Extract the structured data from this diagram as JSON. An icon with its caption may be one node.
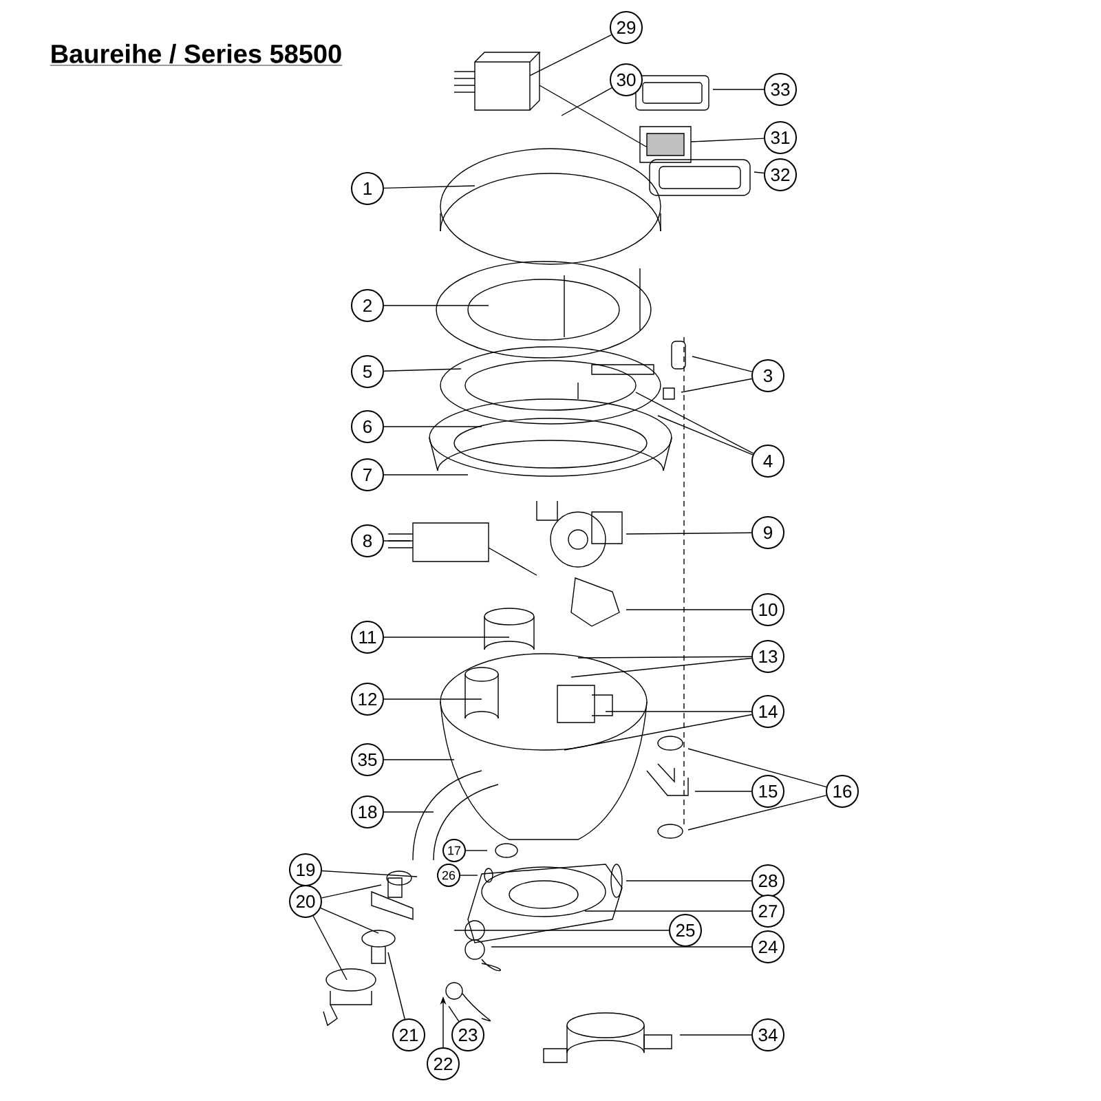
{
  "diagram": {
    "title": "Baureihe / Series 58500",
    "nodes": [
      {
        "text": [
          "29"
        ]
      },
      {
        "text": [
          "30"
        ]
      },
      {
        "text": [
          "33"
        ]
      },
      {
        "text": [
          "31"
        ]
      },
      {
        "text": [
          "32"
        ]
      },
      {
        "text": [
          "1"
        ]
      },
      {
        "text": [
          "2"
        ]
      },
      {
        "text": [
          "5"
        ]
      },
      {
        "text": [
          "3"
        ]
      },
      {
        "text": [
          "6"
        ]
      },
      {
        "text": [
          "4"
        ]
      },
      {
        "text": [
          "7"
        ]
      },
      {
        "text": [
          "8"
        ]
      },
      {
        "text": [
          "9"
        ]
      },
      {
        "text": [
          "10"
        ]
      },
      {
        "text": [
          "11"
        ]
      },
      {
        "text": [
          "13"
        ]
      },
      {
        "text": [
          "12"
        ]
      },
      {
        "text": [
          "14"
        ]
      },
      {
        "text": [
          "35"
        ]
      },
      {
        "text": [
          "15"
        ]
      },
      {
        "text": [
          "16"
        ]
      },
      {
        "text": [
          "18"
        ]
      },
      {
        "text": [
          "17"
        ]
      },
      {
        "text": [
          "19"
        ]
      },
      {
        "text": [
          "26"
        ]
      },
      {
        "text": [
          "28"
        ]
      },
      {
        "text": [
          "20"
        ]
      },
      {
        "text": [
          "27"
        ]
      },
      {
        "text": [
          "25"
        ]
      },
      {
        "text": [
          "24"
        ]
      },
      {
        "text": [
          "21"
        ]
      },
      {
        "text": [
          "23"
        ]
      },
      {
        "text": [
          "34"
        ]
      },
      {
        "text": [
          "22"
        ]
      }
    ],
    "edges": [
      {
        "from": 0,
        "to": null,
        "arrow": "none"
      },
      {
        "from": 1,
        "to": null,
        "arrow": "none"
      },
      {
        "from": 2,
        "to": null,
        "arrow": "none"
      },
      {
        "from": 3,
        "to": null,
        "arrow": "none"
      },
      {
        "from": 4,
        "to": null,
        "arrow": "none"
      },
      {
        "from": 5,
        "to": null,
        "arrow": "none"
      },
      {
        "from": 6,
        "to": null,
        "arrow": "none"
      },
      {
        "from": 7,
        "to": null,
        "arrow": "none"
      },
      {
        "from": 8,
        "to": null,
        "arrow": "none"
      },
      {
        "from": 8,
        "to": null,
        "arrow": "none"
      },
      {
        "from": 9,
        "to": null,
        "arrow": "none"
      },
      {
        "from": 10,
        "to": null,
        "arrow": "none"
      },
      {
        "from": 10,
        "to": null,
        "arrow": "none"
      },
      {
        "from": 11,
        "to": null,
        "arrow": "none"
      },
      {
        "from": 12,
        "to": null,
        "arrow": "none"
      },
      {
        "from": 13,
        "to": null,
        "arrow": "none"
      },
      {
        "from": 14,
        "to": null,
        "arrow": "none"
      },
      {
        "from": 15,
        "to": null,
        "arrow": "none"
      },
      {
        "from": 16,
        "to": null,
        "arrow": "none"
      },
      {
        "from": 16,
        "to": null,
        "arrow": "none"
      },
      {
        "from": 17,
        "to": null,
        "arrow": "none"
      },
      {
        "from": 18,
        "to": null,
        "arrow": "none"
      },
      {
        "from": 18,
        "to": null,
        "arrow": "none"
      },
      {
        "from": 19,
        "to": null,
        "arrow": "none"
      },
      {
        "from": 20,
        "to": null,
        "arrow": "none"
      },
      {
        "from": 21,
        "to": null,
        "arrow": "none"
      },
      {
        "from": 21,
        "to": null,
        "arrow": "none"
      },
      {
        "from": 22,
        "to": null,
        "arrow": "none"
      },
      {
        "from": 23,
        "to": null,
        "arrow": "none"
      },
      {
        "from": 24,
        "to": null,
        "arrow": "none"
      },
      {
        "from": 25,
        "to": null,
        "arrow": "none"
      },
      {
        "from": 26,
        "to": null,
        "arrow": "none"
      },
      {
        "from": 27,
        "to": null,
        "arrow": "none"
      },
      {
        "from": 27,
        "to": null,
        "arrow": "none"
      },
      {
        "from": 27,
        "to": null,
        "arrow": "none"
      },
      {
        "from": 28,
        "to": null,
        "arrow": "none"
      },
      {
        "from": 29,
        "to": null,
        "arrow": "none"
      },
      {
        "from": 30,
        "to": null,
        "arrow": "none"
      },
      {
        "from": 31,
        "to": null,
        "arrow": "none"
      },
      {
        "from": 32,
        "to": null,
        "arrow": "none"
      },
      {
        "from": 33,
        "to": null,
        "arrow": "none"
      },
      {
        "from": 34,
        "to": null,
        "arrow": "to"
      }
    ]
  }
}
